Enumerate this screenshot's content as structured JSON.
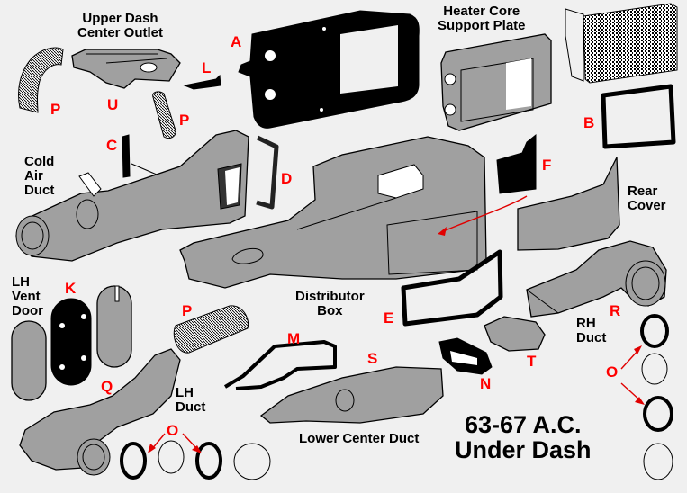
{
  "diagram": {
    "title_line1": "63-67 A.C.",
    "title_line2": "Under Dash",
    "colors": {
      "background": "#f0f0f0",
      "part_fill": "#a0a0a0",
      "key_letter": "#ff0000",
      "label_text": "#000000"
    },
    "part_names": {
      "upper_dash_center_outlet": [
        "Upper Dash",
        "Center Outlet"
      ],
      "heater_core_support_plate": [
        "Heater Core",
        "Support Plate"
      ],
      "cold_air_duct": [
        "Cold",
        "Air",
        "Duct"
      ],
      "rear_cover": [
        "Rear",
        "Cover"
      ],
      "lh_vent_door": [
        "LH",
        "Vent",
        "Door"
      ],
      "distributor_box": [
        "Distributor",
        "Box"
      ],
      "rh_duct": [
        "RH",
        "Duct"
      ],
      "lh_duct": [
        "LH",
        "Duct"
      ],
      "lower_center_duct": [
        "Lower Center Duct"
      ]
    },
    "key_letters": {
      "A": "A",
      "B": "B",
      "C": "C",
      "D": "D",
      "E": "E",
      "F": "F",
      "K": "K",
      "L": "L",
      "M": "M",
      "N": "N",
      "O": "O",
      "P": "P",
      "Q": "Q",
      "R": "R",
      "S": "S",
      "T": "T",
      "U": "U"
    }
  }
}
